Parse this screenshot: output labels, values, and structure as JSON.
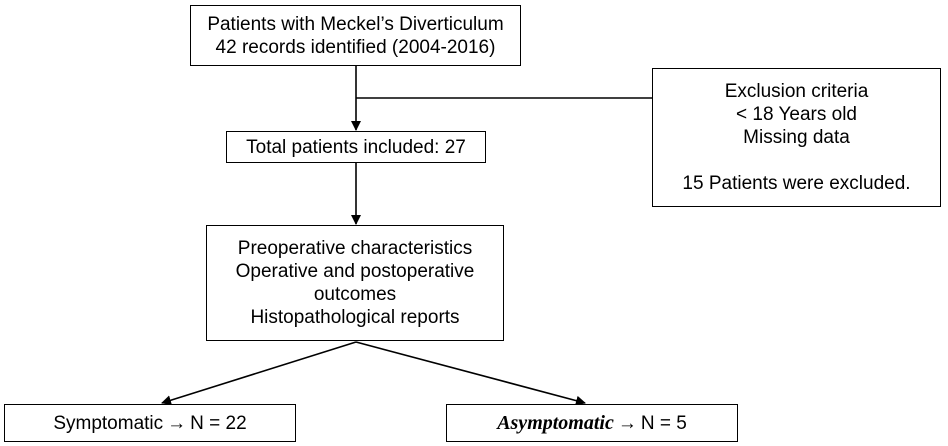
{
  "boxes": {
    "top": {
      "line1": "Patients with Meckel’s Diverticulum",
      "line2": "42 records identified (2004-2016)"
    },
    "exclusion": {
      "line1": "Exclusion criteria",
      "line2": "< 18 Years old",
      "line3": "Missing data",
      "line4": "15 Patients were excluded."
    },
    "included": {
      "line1": "Total patients included: 27"
    },
    "analysis": {
      "line1": "Preoperative characteristics",
      "line2": "Operative and postoperative",
      "line3": "outcomes",
      "line4": "Histopathological reports"
    },
    "symptomatic": {
      "label": "Symptomatic",
      "arrow": "→",
      "count": "N = 22"
    },
    "asymptomatic": {
      "label": "Asymptomatic",
      "arrow": "→",
      "count": "N = 5"
    }
  }
}
